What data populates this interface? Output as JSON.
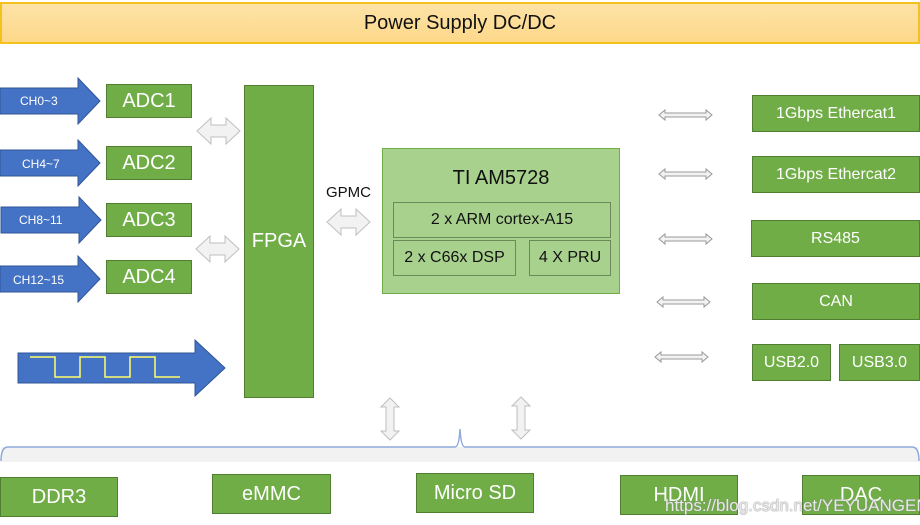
{
  "title": "Power Supply DC/DC",
  "inputs": [
    {
      "channel": "CH0~3",
      "adc": "ADC1"
    },
    {
      "channel": "CH4~7",
      "adc": "ADC2"
    },
    {
      "channel": "CH8~11",
      "adc": "ADC3"
    },
    {
      "channel": "CH12~15",
      "adc": "ADC4"
    }
  ],
  "fpga": "FPGA",
  "bus_label": "GPMC",
  "soc": {
    "title": "TI AM5728",
    "cores": [
      "2 x ARM cortex-A15",
      "2 x C66x DSP",
      "4 X PRU"
    ]
  },
  "interfaces": [
    "1Gbps Ethercat1",
    "1Gbps Ethercat2",
    "RS485",
    "CAN",
    "USB2.0",
    "USB3.0"
  ],
  "peripherals": [
    "DDR3",
    "eMMC",
    "Micro SD",
    "HDMI",
    "DAC"
  ],
  "watermark": "https://blog.csdn.net/YEYUANGEN",
  "colors": {
    "block_green": "#70ad47",
    "soc_green": "#a9d18e",
    "arrow_blue": "#4472c4",
    "power_fill": "#fdd88a",
    "power_border": "#f5c21b"
  }
}
